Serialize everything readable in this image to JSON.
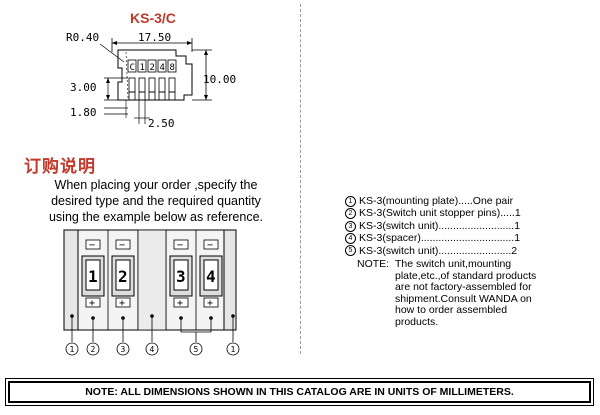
{
  "drawing": {
    "model_title": "KS-3/C",
    "dim_radius": "R0.40",
    "dim_width": "17.50",
    "dim_height": "10.00",
    "dim_pin_height": "3.00",
    "dim_base": "1.80",
    "dim_pitch": "2.50",
    "pin_labels": [
      "C",
      "1",
      "2",
      "4",
      "8"
    ]
  },
  "order": {
    "heading": "订购说明",
    "lines": [
      "When placing your order ,specify the",
      "desired type and the required quantity",
      "using the example below as reference."
    ]
  },
  "assembly": {
    "minus_sign": "−",
    "plus_sign": "+",
    "switch_numbers": [
      "1",
      "2",
      "3",
      "4"
    ],
    "callouts": [
      "1",
      "2",
      "3",
      "4",
      "5",
      "1"
    ]
  },
  "parts": [
    {
      "num": "1",
      "text": "KS-3(mounting plate).....One pair"
    },
    {
      "num": "2",
      "text": "KS-3(Switch unit stopper pins).....1"
    },
    {
      "num": "3",
      "text": "KS-3(switch unit)..........................1"
    },
    {
      "num": "4",
      "text": "KS-3(spacer)................................1"
    },
    {
      "num": "5",
      "text": "KS-3(switch unit).........................2"
    }
  ],
  "note": {
    "label": "NOTE:",
    "lines": [
      "The switch unit,mounting",
      "plate,etc.,of standard products",
      "are not factory-assembled for",
      "shipment.Consult WANDA on",
      "how to order assembled",
      "products."
    ]
  },
  "footer": {
    "text": "NOTE: ALL DIMENSIONS SHOWN IN THIS CATALOG ARE IN UNITS OF MILLIMETERS."
  }
}
